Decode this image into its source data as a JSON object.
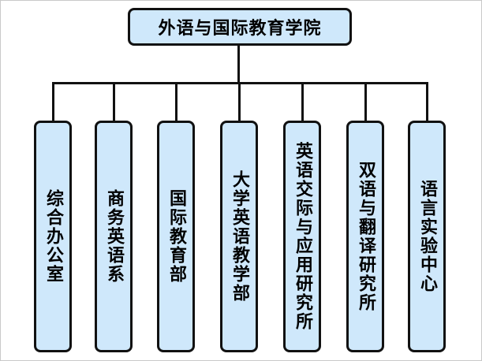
{
  "org": {
    "root": {
      "label": "外语与国际教育学院"
    },
    "departments": [
      {
        "label": "综合办公室"
      },
      {
        "label": "商务英语系"
      },
      {
        "label": "国际教育部"
      },
      {
        "label": "大学英语教学部"
      },
      {
        "label": "英语交际与应用研究所"
      },
      {
        "label": "双语与翻译研究所"
      },
      {
        "label": "语言实验中心"
      }
    ]
  },
  "colors": {
    "node_fill": "#cfe8fb",
    "node_border": "#111111",
    "connector": "#111111",
    "background": "#ffffff"
  }
}
